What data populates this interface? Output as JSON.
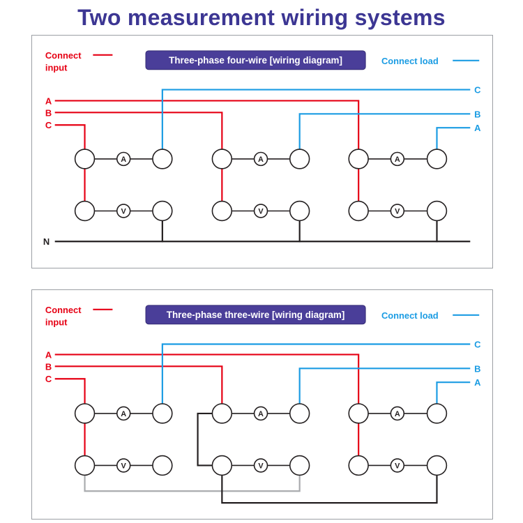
{
  "title": "Two measurement wiring systems",
  "colors": {
    "title_color": "#3c3693",
    "input_color": "#e60014",
    "load_color": "#1b9ce3",
    "badge_bg": "#4a3e99",
    "badge_border": "#352c74",
    "badge_text": "#ffffff",
    "wire_black": "#231f20",
    "wire_gray": "#a9abae",
    "panel_border": "#9b9fa4"
  },
  "panels": [
    {
      "badge": "Three-phase four-wire [wiring diagram]",
      "connect_input_line1": "Connect",
      "connect_input_line2": "input",
      "connect_load": "Connect load",
      "left_phase_labels": [
        "A",
        "B",
        "C"
      ],
      "right_phase_labels": [
        "C",
        "B",
        "A"
      ],
      "neutral_label": "N",
      "ammeter_label": "A",
      "voltmeter_label": "V"
    },
    {
      "badge": "Three-phase three-wire [wiring diagram]",
      "connect_input_line1": "Connect",
      "connect_input_line2": "input",
      "connect_load": "Connect load",
      "left_phase_labels": [
        "A",
        "B",
        "C"
      ],
      "right_phase_labels": [
        "C",
        "B",
        "A"
      ],
      "ammeter_label": "A",
      "voltmeter_label": "V"
    }
  ]
}
